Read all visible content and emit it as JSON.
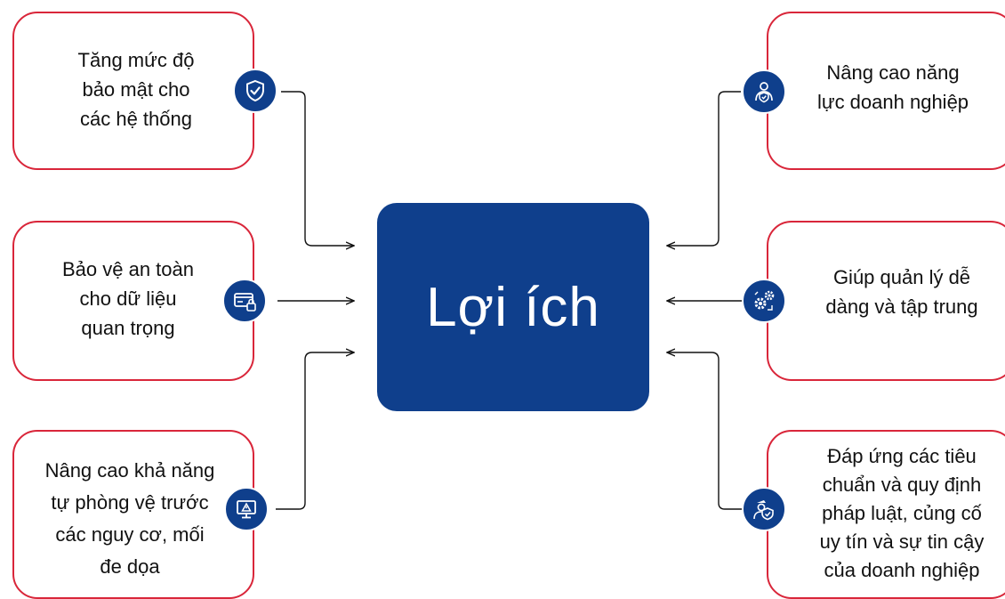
{
  "center": {
    "title": "Lợi ích"
  },
  "benefits": [
    {
      "id": "security",
      "lines": [
        "Tăng mức độ",
        "bảo mật cho",
        "các hệ thống"
      ],
      "icon": "shield-check-icon"
    },
    {
      "id": "data-protection",
      "lines": [
        "Bảo vệ an toàn",
        "cho dữ liệu",
        "quan trọng"
      ],
      "icon": "card-lock-icon"
    },
    {
      "id": "self-defense",
      "lines": [
        "Nâng cao khả năng",
        "tự phòng vệ trước",
        "các nguy cơ, mối",
        "đe dọa"
      ],
      "icon": "monitor-warning-icon"
    },
    {
      "id": "enterprise-capacity",
      "lines": [
        "Nâng cao năng",
        "lực doanh nghiệp"
      ],
      "icon": "user-shield-icon"
    },
    {
      "id": "easy-management",
      "lines": [
        "Giúp quản lý dễ",
        "dàng và tập trung"
      ],
      "icon": "gears-icon"
    },
    {
      "id": "compliance",
      "lines": [
        "Đáp ứng các tiêu",
        "chuẩn và quy định",
        "pháp luật, củng cố",
        "uy tín và sự tin cậy",
        "của doanh nghiệp"
      ],
      "icon": "officer-badge-icon"
    }
  ],
  "colors": {
    "accent": "#0f3f8c",
    "border": "#d9263a"
  }
}
